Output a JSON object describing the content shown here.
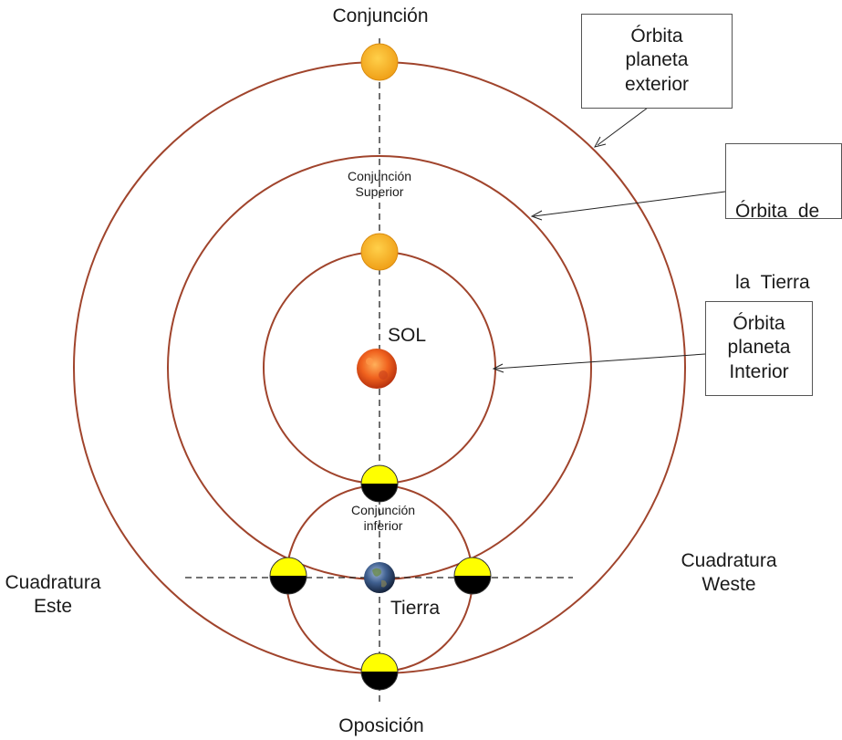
{
  "diagram": {
    "labels": {
      "conjunction": "Conjunción",
      "superior_conjunction": [
        "Conjunción",
        "Superior"
      ],
      "sun": "SOL",
      "inferior_conjunction": [
        "Conjunción",
        "inferior"
      ],
      "quadrature_east": [
        "Cuadratura",
        "Este"
      ],
      "quadrature_west": [
        "Cuadratura",
        "Weste"
      ],
      "earth": "Tierra",
      "opposition": "Oposición"
    },
    "callouts": {
      "outer_orbit": [
        "Órbita",
        "planeta",
        "exterior"
      ],
      "earth_orbit": [
        "Órbita  de",
        "la  Tierra"
      ],
      "inner_orbit": [
        "Órbita",
        "planeta",
        "Interior"
      ]
    },
    "colors": {
      "orbit": "#a0442c",
      "planet_orange": "#f5b52a",
      "planet_yellow": "#ffff00",
      "night_side": "#000000",
      "sun": "#e8541a",
      "earth": "#3a5a8c"
    }
  }
}
